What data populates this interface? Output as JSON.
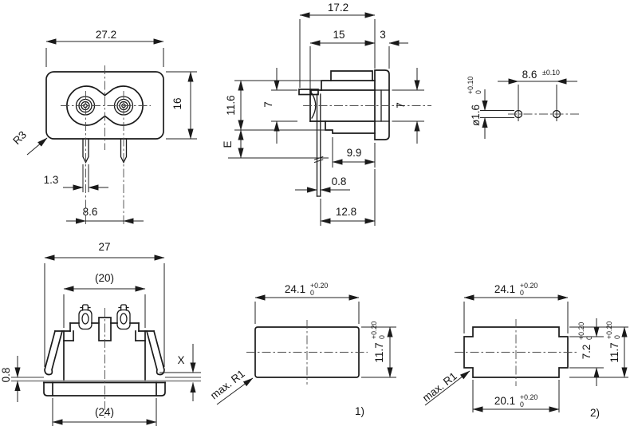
{
  "drawing": {
    "front": {
      "width": "27.2",
      "height": "16",
      "pin_width": "1.3",
      "pin_pitch": "8.6",
      "corner_radius": "R3"
    },
    "side": {
      "depth": "17.2",
      "front_depth": "15",
      "flange_thickness": "3",
      "height": "11.6",
      "snout_height": "7",
      "flange_window_height": "7",
      "pin_pos": "E",
      "rear_depth": "9.9",
      "pin_thickness": "0.8",
      "pin_length": "12.8"
    },
    "pcb": {
      "pitch": "8.6",
      "pitch_tol": "±0.10",
      "hole_dia": "ø1.6",
      "dia_tol_plus": "+0.10",
      "dia_tol_zero": "0"
    },
    "rear": {
      "width": "27",
      "inner_width": "(20)",
      "flange_width": "(24)",
      "panel_min": "0.8",
      "panel_max": "X"
    },
    "cutout1": {
      "label": "1)",
      "width": "24.1",
      "height": "11.7",
      "note": "max. R1"
    },
    "cutout2": {
      "label": "2)",
      "width": "24.1",
      "inner_width": "20.1",
      "slot_height": "7.2",
      "height": "11.7",
      "note": "max. R1"
    },
    "tol": {
      "plus020": "+0.20",
      "zero": "0"
    },
    "line_color": "#1a1a1a",
    "background": "#ffffff"
  }
}
